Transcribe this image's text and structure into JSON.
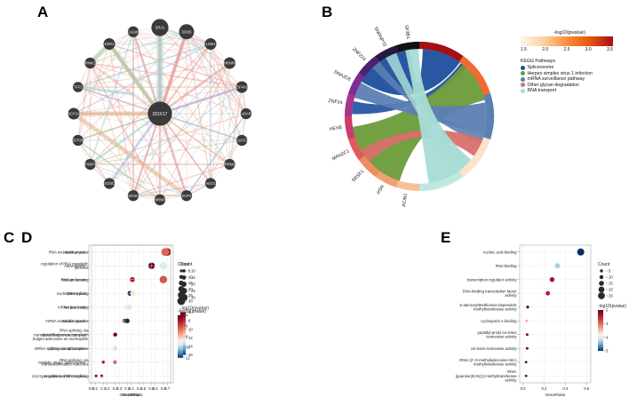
{
  "figure": {
    "panels": [
      "A",
      "B",
      "C",
      "D",
      "E"
    ]
  },
  "panelA": {
    "letter": "A",
    "name": "protein-protein-interaction-network",
    "hub": {
      "label": "DDX17",
      "size": 30
    },
    "nodes": [
      {
        "label": "SRA1",
        "angle": -90,
        "size": 25
      },
      {
        "label": "DDX5",
        "angle": -72,
        "size": 22
      },
      {
        "label": "LSM1",
        "angle": -54,
        "size": 17
      },
      {
        "label": "HNRNPA1",
        "angle": -36,
        "size": 17
      },
      {
        "label": "EIF4A3",
        "angle": -18,
        "size": 17
      },
      {
        "label": "ADAR",
        "angle": 0,
        "size": 16
      },
      {
        "label": "U2AF2",
        "angle": 18,
        "size": 16
      },
      {
        "label": "RRM2",
        "angle": 36,
        "size": 16
      },
      {
        "label": "AGO1",
        "angle": 54,
        "size": 16
      },
      {
        "label": "DCP2",
        "angle": 72,
        "size": 16
      },
      {
        "label": "HNRNPU",
        "angle": 90,
        "size": 16
      },
      {
        "label": "EXOSC9",
        "angle": 108,
        "size": 16
      },
      {
        "label": "EXOSC8",
        "angle": 126,
        "size": 16
      },
      {
        "label": "FNBP4",
        "angle": 144,
        "size": 16
      },
      {
        "label": "ZFP36",
        "angle": 162,
        "size": 16
      },
      {
        "label": "DCP1A",
        "angle": 180,
        "size": 17
      },
      {
        "label": "TFF1",
        "angle": 198,
        "size": 15
      },
      {
        "label": "PINK1",
        "angle": 216,
        "size": 16
      },
      {
        "label": "ESR1",
        "angle": 234,
        "size": 17
      },
      {
        "label": "CALM1",
        "angle": 252,
        "size": 16
      }
    ],
    "edge_colors": {
      "coexpression": "#e8a3a0",
      "physical": "#9fd0ce",
      "pathway": "#a8cf9c",
      "predicted": "#a8b4da",
      "other": "#e3b48c"
    }
  },
  "panelB": {
    "letter": "B",
    "name": "kegg-chord-diagram",
    "colorbar": {
      "title": "-log10(pvalue)",
      "ticks": [
        "1.5",
        "2.0",
        "2.5",
        "3.0",
        "3.5"
      ],
      "low_color": "#fff5eb",
      "high_color": "#a50f15"
    },
    "legend_title": "KEGG Pathways",
    "pathways": [
      {
        "label": "Spliceosome",
        "color": "#1f4e9c"
      },
      {
        "label": "Herpes simplex virus 1 infection",
        "color": "#6a9b38"
      },
      {
        "label": "mRNA surveillance pathway",
        "color": "#5c7fb2"
      },
      {
        "label": "Other glycan degradation",
        "color": "#d9706a"
      },
      {
        "label": "RNA transport",
        "color": "#a8dcd4"
      }
    ],
    "genes": [
      {
        "label": "ACIN1",
        "color": "#f6c19a"
      },
      {
        "label": "PSN",
        "color": "#f1a170"
      },
      {
        "label": "SRSF1",
        "color": "#ef8d5e"
      },
      {
        "label": "MAN2C1",
        "color": "#e05c5c"
      },
      {
        "label": "HEXB",
        "color": "#cf3b6e"
      },
      {
        "label": "ZNF24",
        "color": "#a8348e"
      },
      {
        "label": "DNAJC8",
        "color": "#7c2b92"
      },
      {
        "label": "ZNF224",
        "color": "#4a2270"
      },
      {
        "label": "SNRNP70",
        "color": "#231942"
      },
      {
        "label": "SF3B1",
        "color": "#111111"
      }
    ],
    "right_arc_segments": [
      {
        "color": "#a50f15"
      },
      {
        "color": "#ef6b33"
      },
      {
        "color": "#5c7fb2"
      },
      {
        "color": "#fde3cc"
      },
      {
        "color": "#bde8e0"
      }
    ]
  },
  "chart_data": [
    {
      "panel": "C",
      "name": "go-biological-process-dotplot",
      "type": "scatter",
      "title": "",
      "xlabel": "GeneRatio",
      "ylabel": "",
      "xlim": [
        0.07,
        0.75
      ],
      "xticks": [
        0.1,
        0.2,
        0.3,
        0.4,
        0.5,
        0.6,
        0.7
      ],
      "xtick_labels": [
        "0.1",
        "0.2",
        "0.3",
        "0.4",
        "0.5",
        "0.6",
        "0.7"
      ],
      "size_legend": {
        "title": "Count",
        "values": [
          10,
          15,
          20,
          25,
          30
        ]
      },
      "color_legend": {
        "title": "-log10(pvalue)",
        "ticks": [
          6,
          8,
          10,
          12,
          14,
          16
        ],
        "reversed": true
      },
      "categories": [
        "RNA metabolic process",
        "regulation of RNA metabolic process",
        "RNA processing",
        "RNA splicing",
        "mRNA processing",
        "mRNA metabolic process",
        "RNA splicing, via transesterification reactions with bulged adenosine as nucleophile",
        "mRNA splicing, via spliceosome",
        "RNA splicing, via transesterification reactions",
        "regulation of RNA splicing"
      ],
      "points": [
        {
          "y": "RNA metabolic process",
          "x": 0.7,
          "count": 31,
          "value": 7.0
        },
        {
          "y": "regulation of RNA metabolic process",
          "x": 0.57,
          "count": 26,
          "value": 5.5
        },
        {
          "y": "RNA processing",
          "x": 0.41,
          "count": 19,
          "value": 7.6
        },
        {
          "y": "RNA splicing",
          "x": 0.39,
          "count": 18,
          "value": 16.5
        },
        {
          "y": "mRNA processing",
          "x": 0.355,
          "count": 16,
          "value": 12.5
        },
        {
          "y": "mRNA metabolic process",
          "x": 0.345,
          "count": 15,
          "value": 8.2
        },
        {
          "y": "RNA splicing, via transesterification reactions with bulged adenosine as nucleophile",
          "x": 0.265,
          "count": 11,
          "value": 8.0
        },
        {
          "y": "mRNA splicing, via spliceosome",
          "x": 0.26,
          "count": 11,
          "value": 8.0
        },
        {
          "y": "RNA splicing, via transesterification reactions",
          "x": 0.265,
          "count": 11,
          "value": 8.0
        },
        {
          "y": "regulation of RNA splicing",
          "x": 0.155,
          "count": 8,
          "value": 6.3
        }
      ]
    },
    {
      "panel": "D",
      "name": "go-cellular-component-dotplot",
      "type": "scatter",
      "title": "",
      "xlabel": "GeneRatio",
      "ylabel": "",
      "xlim": [
        -0.02,
        0.66
      ],
      "xticks": [
        0.0,
        0.1,
        0.2,
        0.3,
        0.4,
        0.5,
        0.6
      ],
      "xtick_labels": [
        "0.0",
        "0.1",
        "0.2",
        "0.3",
        "0.4",
        "0.5",
        "0.6"
      ],
      "size_legend": {
        "title": "Count",
        "values": [
          5,
          10,
          15,
          20,
          25,
          30
        ]
      },
      "color_legend": {
        "title": "-log10(pvalue)",
        "ticks": [
          4,
          6,
          8,
          10,
          12
        ],
        "reversed": true
      },
      "categories": [
        "nuclear part",
        "nucleoplasm",
        "nuclear lumen",
        "nucleoplasm part",
        "nuclear body",
        "nuclear speck",
        "ribonucleoprotein complex",
        "spliceosomal complex",
        "catalytic step 2 spliceosome",
        "U12-type spliceosomal complex"
      ],
      "points": [
        {
          "y": "nuclear part",
          "x": 0.615,
          "count": 30,
          "value": 6.5
        },
        {
          "y": "nucleoplasm",
          "x": 0.6,
          "count": 29,
          "value": 9.5
        },
        {
          "y": "nuclear lumen",
          "x": 0.6,
          "count": 29,
          "value": 6.3
        },
        {
          "y": "nucleoplasm part",
          "x": 0.345,
          "count": 17,
          "value": 8.6
        },
        {
          "y": "nuclear body",
          "x": 0.315,
          "count": 15,
          "value": 9.6
        },
        {
          "y": "nuclear speck",
          "x": 0.3,
          "count": 14,
          "value": 12.4
        },
        {
          "y": "ribonucleoprotein complex",
          "x": 0.2,
          "count": 10,
          "value": 3.6
        },
        {
          "y": "spliceosomal complex",
          "x": 0.185,
          "count": 9,
          "value": 8.8
        },
        {
          "y": "catalytic step 2 spliceosome",
          "x": 0.1,
          "count": 6,
          "value": 5.2
        },
        {
          "y": "U12-type spliceosomal complex",
          "x": 0.04,
          "count": 4,
          "value": 3.7
        }
      ]
    },
    {
      "panel": "E",
      "name": "go-molecular-function-dotplot",
      "type": "scatter",
      "title": "",
      "xlabel": "GeneRatio",
      "ylabel": "",
      "xlim": [
        -0.03,
        0.64
      ],
      "xticks": [
        0.0,
        0.2,
        0.4,
        0.6
      ],
      "xtick_labels": [
        "0.0",
        "0.2",
        "0.4",
        "0.6"
      ],
      "size_legend": {
        "title": "Count",
        "values": [
          5,
          10,
          15,
          20,
          25
        ]
      },
      "color_legend": {
        "title": "-log10(pvalue)",
        "ticks": [
          2,
          3,
          4,
          5
        ],
        "reversed": true
      },
      "categories": [
        "nucleic acid binding",
        "RNA binding",
        "transcription regulator activity",
        "DNA-binding transcription factor activity",
        "S-adenosylmethionine-dependent methyltransferase activity",
        "cyclosporin A binding",
        "peptidyl-prolyl cis-trans isomerase activity",
        "cis-trans isomerase activity",
        "rRNA (2'-O-methyladenosine-N6-) methyltransferase activity",
        "tRNA (guanine(9)-N(1))-methyltransferase activity"
      ],
      "points": [
        {
          "y": "nucleic acid binding",
          "x": 0.545,
          "count": 26,
          "value": 5.4
        },
        {
          "y": "RNA binding",
          "x": 0.325,
          "count": 17,
          "value": 4.3
        },
        {
          "y": "transcription regulator activity",
          "x": 0.275,
          "count": 14,
          "value": 2.4
        },
        {
          "y": "DNA-binding transcription factor activity",
          "x": 0.235,
          "count": 12,
          "value": 2.5
        },
        {
          "y": "S-adenosylmethionine-dependent methyltransferase activity",
          "x": 0.045,
          "count": 4,
          "value": 2.0
        },
        {
          "y": "cyclosporin A binding",
          "x": 0.035,
          "count": 3,
          "value": 3.4
        },
        {
          "y": "peptidyl-prolyl cis-trans isomerase activity",
          "x": 0.04,
          "count": 3,
          "value": 2.1
        },
        {
          "y": "cis-trans isomerase activity",
          "x": 0.04,
          "count": 3,
          "value": 2.1
        },
        {
          "y": "rRNA (2'-O-methyladenosine-N6-) methyltransferase activity",
          "x": 0.03,
          "count": 2,
          "value": 1.9
        },
        {
          "y": "tRNA (guanine(9)-N(1))-methyltransferase activity",
          "x": 0.03,
          "count": 2,
          "value": 1.9
        }
      ]
    }
  ]
}
